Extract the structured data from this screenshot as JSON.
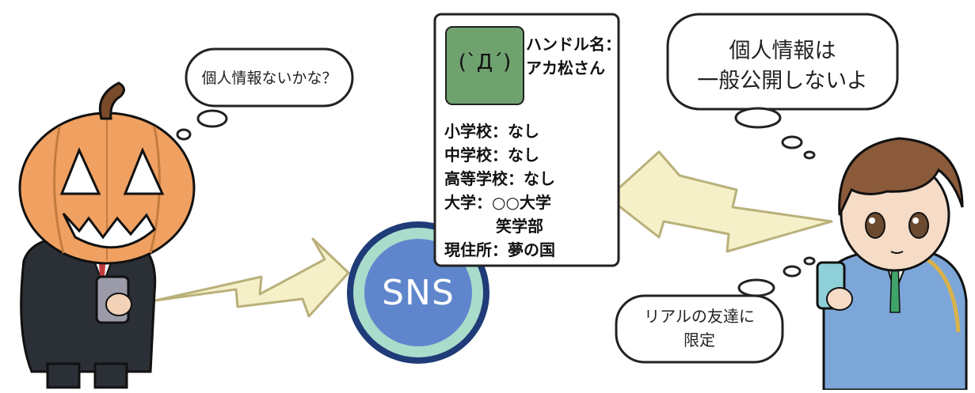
{
  "colors": {
    "arrow_fill": "#f5f0c8",
    "arrow_stroke": "#b9b07a",
    "sns_outer": "#1f3b78",
    "sns_ring": "#a9dccb",
    "sns_inner": "#5f86cc",
    "avatar_green": "#6fa26f",
    "pumpkin": "#f0a060",
    "suit_dark": "#2b2f36",
    "student_blazer": "#7da6d8",
    "hair_brown": "#8a5a3a"
  },
  "bubbles": {
    "pumpkin_thought": "個人情報ないかな？",
    "student_top_line1": "個人情報は",
    "student_top_line2": "一般公開しないよ",
    "student_bottom_line1": "リアルの友達に",
    "student_bottom_line2": "限定"
  },
  "profile": {
    "avatar_face": "(`Д´)",
    "handle_line1": "ハンドル名：",
    "handle_line2": "アカ松さん",
    "elementary": "小学校：なし",
    "middle": "中学校：なし",
    "high": "高等学校：なし",
    "university_line1": "大学：○○大学",
    "university_line2": "笑学部",
    "residence": "現住所：夢の国"
  },
  "sns": {
    "label": "SNS"
  },
  "icons": [
    "pumpkin-head-character",
    "student-character",
    "smartphone-icon",
    "lightning-arrow-icon",
    "sns-circle-icon"
  ]
}
